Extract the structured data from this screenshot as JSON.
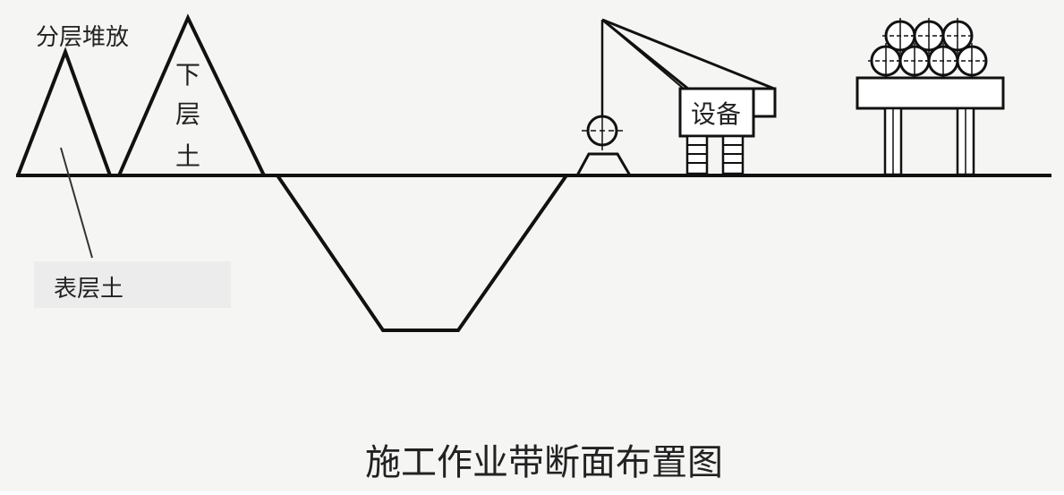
{
  "labels": {
    "layered_stacking": "分层堆放",
    "lower_soil_line1": "下",
    "lower_soil_line2": "层",
    "lower_soil_line3": "土",
    "surface_soil": "表层土",
    "equipment": "设备",
    "caption": "施工作业带断面布置图"
  },
  "colors": {
    "stroke": "#111111",
    "background": "#f5f6f4",
    "label_box": "#ececec"
  }
}
